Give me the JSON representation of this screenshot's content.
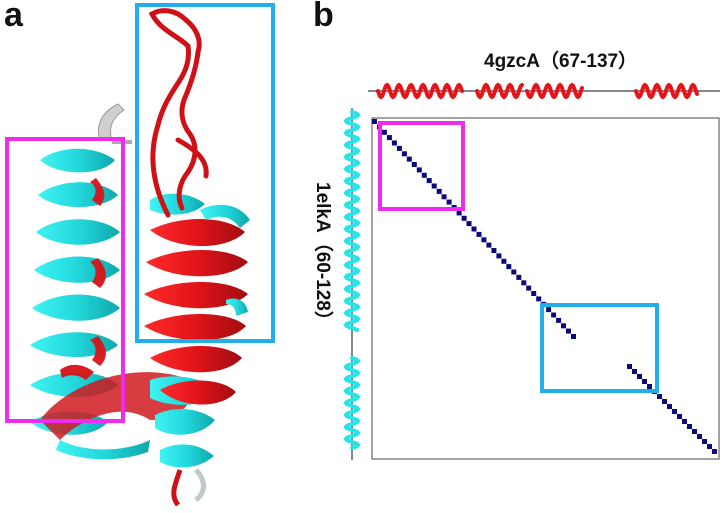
{
  "panels": {
    "a": {
      "label": "a"
    },
    "b": {
      "label": "b"
    }
  },
  "colors": {
    "helix_blue": "#25E4E8",
    "helix_red": "#E4151A",
    "box_magenta": "#EE2BEE",
    "box_cyan": "#22AEEA",
    "dot_navy": "#0A0A7A",
    "frame_gray": "#888888"
  },
  "alignment": {
    "top_sequence_label": "4gzcA（67-137）",
    "left_sequence_label": "1elkA（60-128）"
  },
  "icons": [
    "protein-ribbon-structure",
    "helix-squiggle"
  ]
}
